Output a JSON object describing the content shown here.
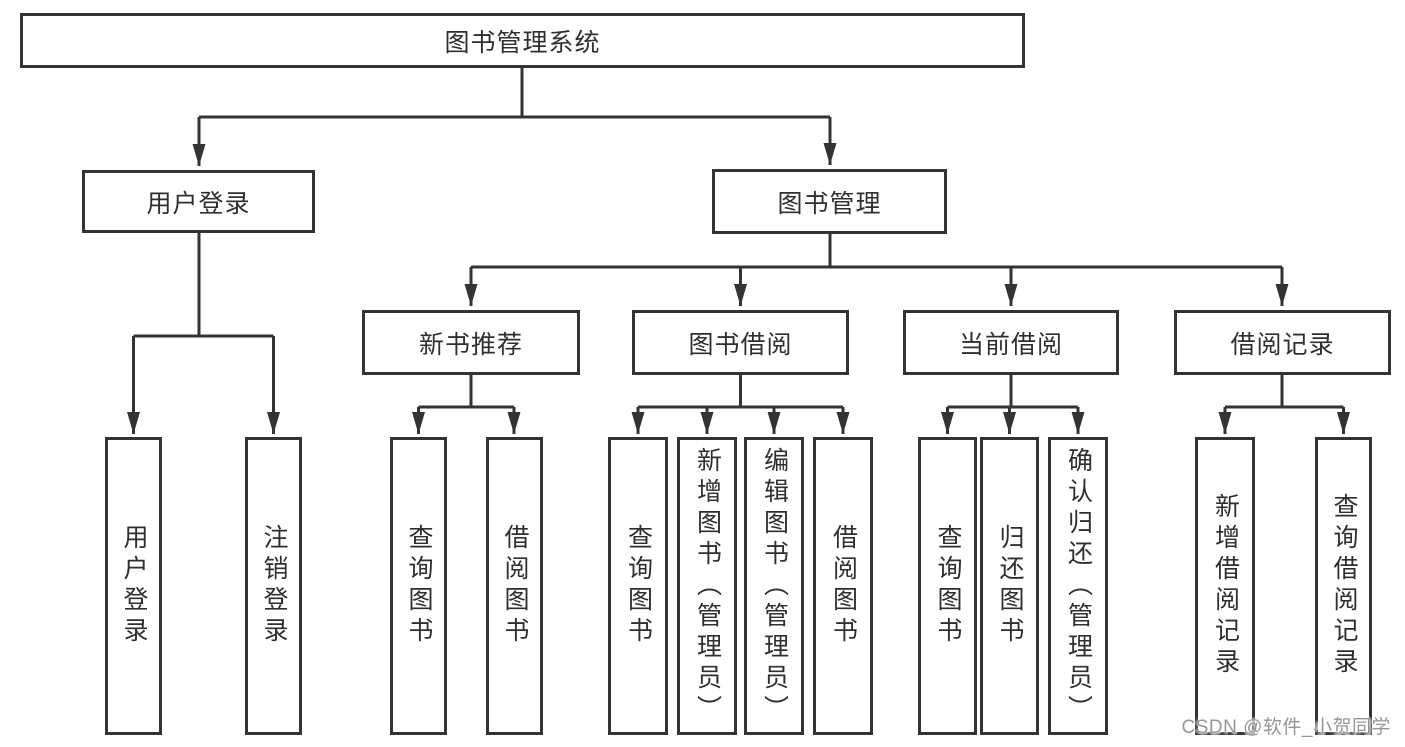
{
  "diagram": {
    "tree": {
      "label": "图书管理系统",
      "children": [
        {
          "label": "用户登录",
          "children": [
            {
              "label": "用户登录"
            },
            {
              "label": "注销登录"
            }
          ]
        },
        {
          "label": "图书管理",
          "children": [
            {
              "label": "新书推荐",
              "children": [
                {
                  "label": "查询图书"
                },
                {
                  "label": "借阅图书"
                }
              ]
            },
            {
              "label": "图书借阅",
              "children": [
                {
                  "label": "查询图书"
                },
                {
                  "label": "新增图书（管理员）"
                },
                {
                  "label": "编辑图书（管理员）"
                },
                {
                  "label": "借阅图书"
                }
              ]
            },
            {
              "label": "当前借阅",
              "children": [
                {
                  "label": "查询图书"
                },
                {
                  "label": "归还图书"
                },
                {
                  "label": "确认归还（管理员）"
                }
              ]
            },
            {
              "label": "借阅记录",
              "children": [
                {
                  "label": "新增借阅记录"
                },
                {
                  "label": "查询借阅记录"
                }
              ]
            }
          ]
        }
      ]
    },
    "watermark": "CSDN @软件_小贺同学",
    "colors": {
      "line": "#333333",
      "box_fill": "#ffffff",
      "text": "#2f2f2f",
      "watermark": "#969696"
    }
  }
}
